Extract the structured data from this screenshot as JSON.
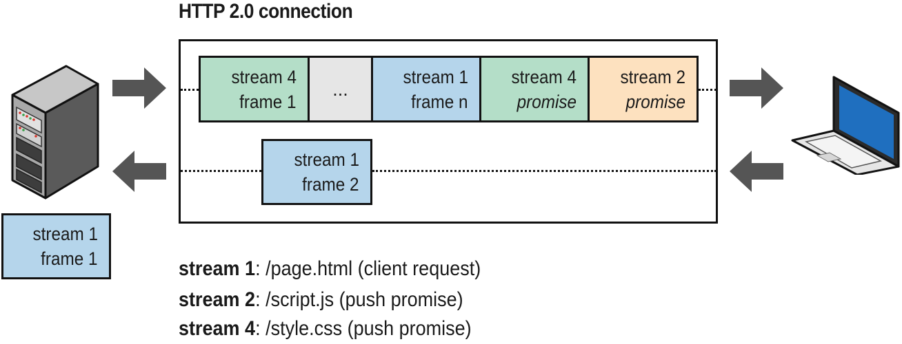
{
  "title": "HTTP 2.0 connection",
  "frames": {
    "top": [
      {
        "line1": "stream 4",
        "line2": "frame 1"
      },
      {
        "line1": "..."
      },
      {
        "line1": "stream 1",
        "line2": "frame n"
      },
      {
        "line1": "stream 4",
        "line2": "promise"
      },
      {
        "line1": "stream 2",
        "line2": "promise"
      }
    ],
    "bottom": {
      "line1": "stream 1",
      "line2": "frame 2"
    },
    "server_queue": {
      "line1": "stream 1",
      "line2": "frame 1"
    }
  },
  "legend": [
    {
      "stream": "stream 1",
      "desc": ": /page.html  (client request)"
    },
    {
      "stream": "stream 2",
      "desc": ": /script.js  (push promise)"
    },
    {
      "stream": "stream 4",
      "desc": ": /style.css  (push promise)"
    }
  ],
  "colors": {
    "stream4": "#b4dec8",
    "stream1": "#b5d5eb",
    "stream2": "#fde1bf",
    "placeholder": "#e6e6e6",
    "arrow": "#555555"
  },
  "icons": {
    "server": "server-icon",
    "laptop": "laptop-icon"
  }
}
